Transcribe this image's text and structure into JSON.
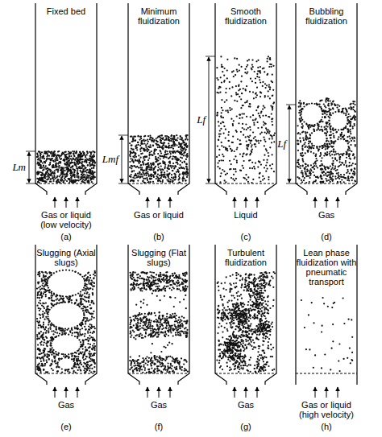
{
  "diagram": {
    "labels": [
      "Fixed bed",
      "Minimum fluidization",
      "Smooth fluidization",
      "Bubbling fluidization",
      "Lm",
      "Lmf",
      "Lf",
      "Lf",
      "Gas or liquid (low velocity)",
      "Gas or liquid",
      "Liquid",
      "Gas",
      "(a)",
      "(b)",
      "(c)",
      "(d)",
      "Slugging (Axial slugs)",
      "Slugging (Flat slugs)",
      "Turbulent fluidization",
      "Lean phase fluidization with pneumatic transport",
      "Gas",
      "Gas",
      "Gas",
      "Gas or liquid (high velocity)",
      "(e)",
      "(f)",
      "(g)",
      "(h)"
    ]
  }
}
